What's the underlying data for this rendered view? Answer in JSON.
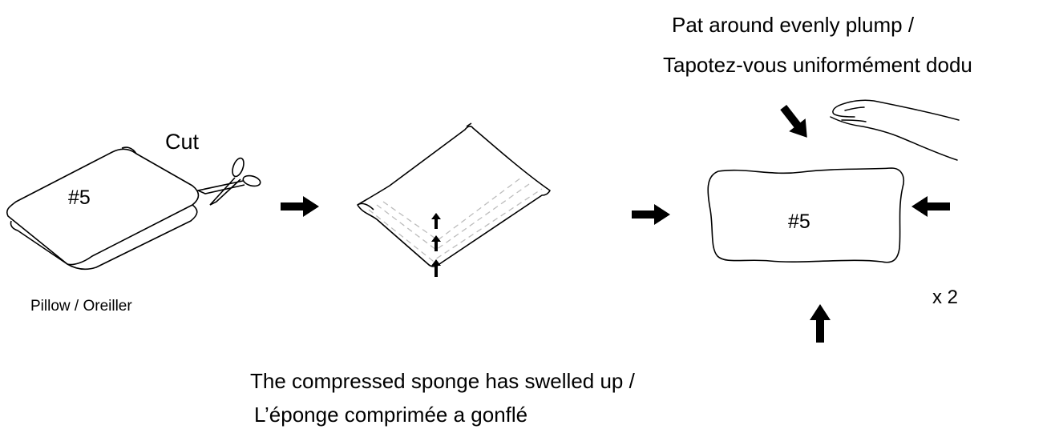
{
  "labels": {
    "top_line1": "Pat around evenly plump /",
    "top_line2": "Tapotez-vous uniformément dodu",
    "cut": "Cut",
    "pillow_number": "#5",
    "pillow_caption": "Pillow / Oreiller",
    "expanded_number": "#5",
    "times": "x 2",
    "bottom_line1": "The compressed sponge has swelled up /",
    "bottom_line2": "L’éponge comprimée a gonflé"
  },
  "icons": [
    "scissors-icon",
    "arrow-right-icon",
    "arrow-up-icon",
    "hand-icon",
    "arrow-down-right-icon",
    "arrow-left-icon"
  ],
  "colors": {
    "line": "#000000",
    "dashed": "#bdbdbd",
    "background": "#ffffff"
  }
}
